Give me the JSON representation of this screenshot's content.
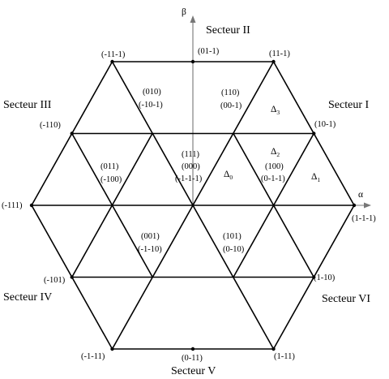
{
  "axes": {
    "alpha": "α",
    "beta": "β"
  },
  "sectors": {
    "I": "Secteur I",
    "II": "Secteur II",
    "III": "Secteur III",
    "IV": "Secteur IV",
    "V": "Secteur V",
    "VI": "Secteur VI"
  },
  "outer_vectors": {
    "v_1m1m1": "(1-1-1)",
    "v_10m1": "(10-1)",
    "v_11m1": "(11-1)",
    "v_01m1": "(01-1)",
    "v_m11m1": "(-11-1)",
    "v_m110": "(-110)",
    "v_m111": "(-111)",
    "v_m101": "(-101)",
    "v_m1m11": "(-1-11)",
    "v_0m11": "(0-11)",
    "v_1m11": "(1-11)",
    "v_1m10": "(1-10)"
  },
  "inner_vectors": {
    "v_110": "(110)",
    "v_00m1": "(00-1)",
    "v_010": "(010)",
    "v_m10m1": "(-10-1)",
    "v_011": "(011)",
    "v_m100": "(-100)",
    "v_111": "(111)",
    "v_000": "(000)",
    "v_m1m1m1": "(-1-1-1)",
    "v_100": "(100)",
    "v_0m1m1": "(0-1-1)",
    "v_001": "(001)",
    "v_m1m10": "(-1-10)",
    "v_101": "(101)",
    "v_0m10": "(0-10)"
  },
  "regions": {
    "d0": {
      "sym": "Δ",
      "sub": "0"
    },
    "d1": {
      "sym": "Δ",
      "sub": "1"
    },
    "d2": {
      "sym": "Δ",
      "sub": "2"
    },
    "d3": {
      "sym": "Δ",
      "sub": "3"
    }
  }
}
